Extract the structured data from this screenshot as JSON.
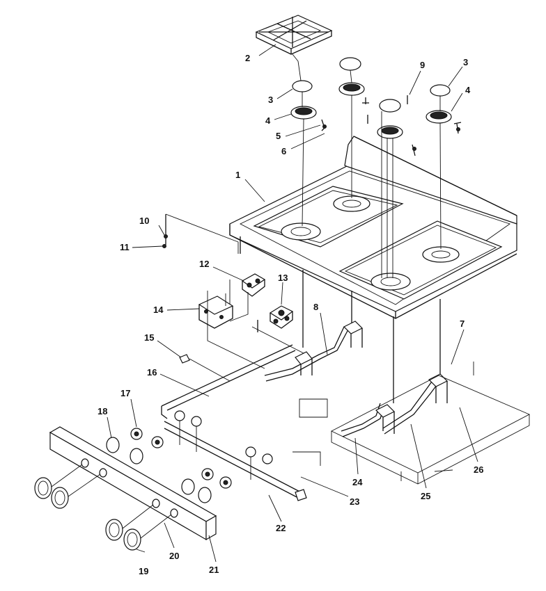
{
  "callouts": [
    {
      "id": "c1",
      "label": "1"
    },
    {
      "id": "c2",
      "label": "2"
    },
    {
      "id": "c3a",
      "label": "3"
    },
    {
      "id": "c3b",
      "label": "3"
    },
    {
      "id": "c4a",
      "label": "4"
    },
    {
      "id": "c4b",
      "label": "4"
    },
    {
      "id": "c5",
      "label": "5"
    },
    {
      "id": "c6",
      "label": "6"
    },
    {
      "id": "c7",
      "label": "7"
    },
    {
      "id": "c8",
      "label": "8"
    },
    {
      "id": "c9",
      "label": "9"
    },
    {
      "id": "c10",
      "label": "10"
    },
    {
      "id": "c11",
      "label": "11"
    },
    {
      "id": "c12",
      "label": "12"
    },
    {
      "id": "c13",
      "label": "13"
    },
    {
      "id": "c14",
      "label": "14"
    },
    {
      "id": "c15",
      "label": "15"
    },
    {
      "id": "c16",
      "label": "16"
    },
    {
      "id": "c17",
      "label": "17"
    },
    {
      "id": "c18",
      "label": "18"
    },
    {
      "id": "c19",
      "label": "19"
    },
    {
      "id": "c20",
      "label": "20"
    },
    {
      "id": "c21",
      "label": "21"
    },
    {
      "id": "c22",
      "label": "22"
    },
    {
      "id": "c23",
      "label": "23"
    },
    {
      "id": "c24",
      "label": "24"
    },
    {
      "id": "c25",
      "label": "25"
    },
    {
      "id": "c26",
      "label": "26"
    }
  ]
}
